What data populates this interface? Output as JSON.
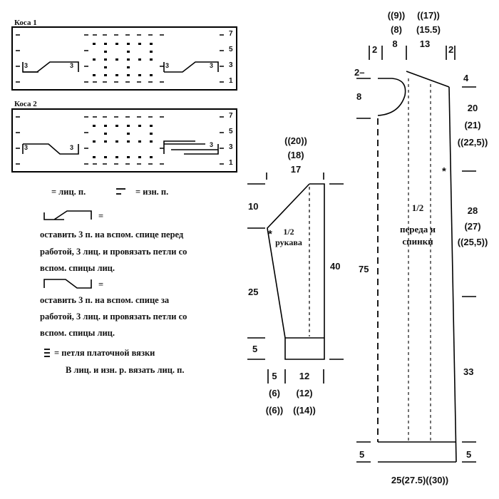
{
  "charts": {
    "chart1": {
      "title": "Коса 1",
      "rows": [
        "7",
        "5",
        "3",
        "1"
      ],
      "cable_label": "3"
    },
    "chart2": {
      "title": "Коса 2",
      "rows": [
        "7",
        "5",
        "3",
        "1"
      ],
      "cable_label": "3"
    }
  },
  "legend": {
    "knit": "= лиц. п.",
    "purl": "= изн. п.",
    "cable_left_prefix": "=",
    "cable_left_desc": [
      "оставить 3 п. на вспом. спице перед",
      "работой, 3 лиц. и провязать петли со",
      "вспом. спицы лиц."
    ],
    "cable_right_prefix": "=",
    "cable_right_desc": [
      "оставить 3 п. на вспом. спице за",
      "работой, 3 лиц. и провязать петли со",
      "вспом. спицы лиц."
    ],
    "garter": "= петля платочной вязки",
    "note": "В лиц. и изн. р. вязать лиц. п."
  },
  "sleeve": {
    "top_sizes": [
      "((20))",
      "(18)",
      "17"
    ],
    "left_top": "10",
    "left_mid": "25",
    "left_bottom": "5",
    "right_height": "40",
    "bottom_left": [
      "5",
      "(6)",
      "((6))"
    ],
    "bottom_right": [
      "12",
      "(12)",
      "((14))"
    ],
    "label": [
      "1/2",
      "рукава"
    ],
    "star": "*"
  },
  "body": {
    "top_sizes_left": [
      "((9))",
      "(8)",
      "8"
    ],
    "top_sizes_right": [
      "((17))",
      "(15.5)",
      "13"
    ],
    "shoulder_left": "2",
    "shoulder_right": "2",
    "neck_drop": "2–",
    "neck_depth": "8",
    "right_top": "4",
    "right_armhole": [
      "20",
      "(21)",
      "((22,5))"
    ],
    "right_mid": [
      "28",
      "(27)",
      "((25,5))"
    ],
    "right_lower": "33",
    "left_total": "75",
    "bottom_left": "5",
    "bottom_right": "5",
    "width": "25(27.5)((30))",
    "label": [
      "1/2",
      "переда и",
      "спинки"
    ],
    "star": "*"
  }
}
